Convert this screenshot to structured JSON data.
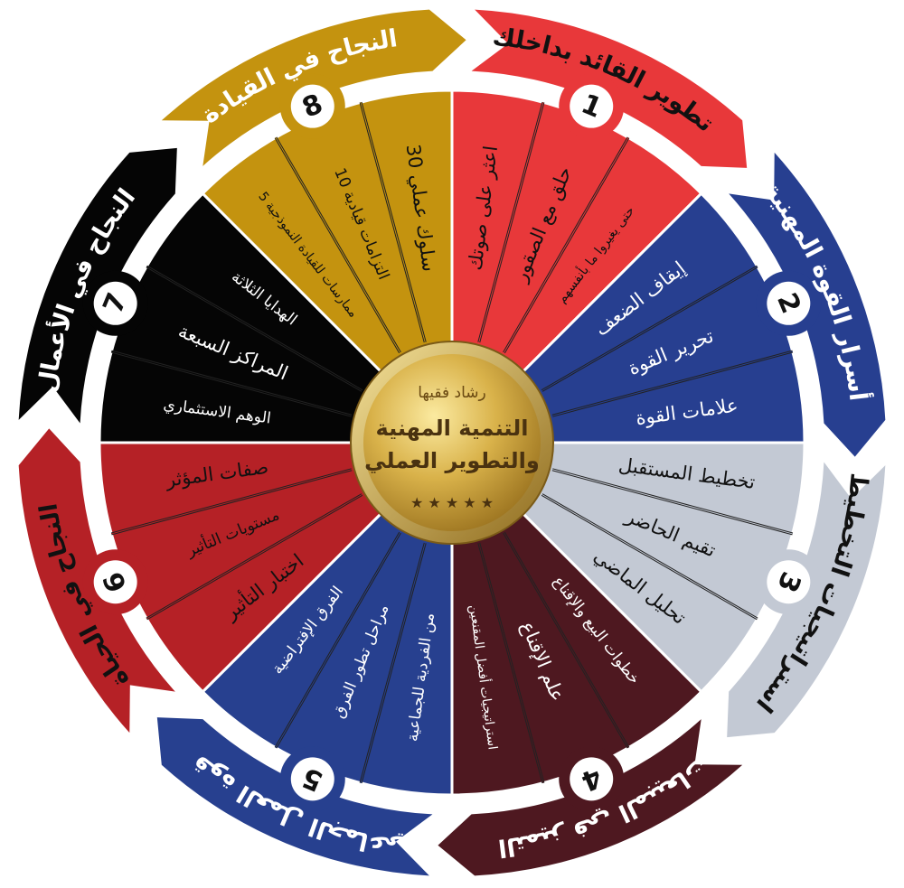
{
  "center": {
    "author": "رشاد فقيها",
    "title_line1": "التنمية المهنية",
    "title_line2": "والتطوير العملي",
    "stars": "★ ★ ★ ★ ★"
  },
  "sections": [
    {
      "number": "1",
      "title": "تطوير القائد بداخلك",
      "color": "#e8383a",
      "text_color": "#111111",
      "title_color": "#111111",
      "items": [
        "اعثر على صوتك",
        "حلق مع الصقور",
        "حتى يغيروا ما بأنفسهم"
      ]
    },
    {
      "number": "2",
      "title": "أسرار القوة المهنية",
      "color": "#273f90",
      "text_color": "#ffffff",
      "title_color": "#ffffff",
      "items": [
        "إيقاف الضعف",
        "تحرير القوة",
        "علامات القوة"
      ]
    },
    {
      "number": "3",
      "title": "استراتيجيات التخطيط",
      "color": "#c3c9d4",
      "text_color": "#111111",
      "title_color": "#111111",
      "items": [
        "تخطيط المستقبل",
        "تقيم الحاضر",
        "تحليل الماضي"
      ]
    },
    {
      "number": "4",
      "title": "التميز في المبيعات",
      "color": "#4e1820",
      "text_color": "#ffffff",
      "title_color": "#ffffff",
      "items": [
        "خطوات البيع والإقناع",
        "علم الإقناع",
        "استراتيجيات أفضل المقنعين"
      ]
    },
    {
      "number": "5",
      "title": "قوة العمل الجماعي",
      "color": "#27408f",
      "text_color": "#ffffff",
      "title_color": "#ffffff",
      "items": [
        "من الفردية للجماعية",
        "مراحل تطور الفرق",
        "الفرق الإفتراضية"
      ]
    },
    {
      "number": "6",
      "title": "النجاح في الحياة",
      "color": "#b52126",
      "text_color": "#111111",
      "title_color": "#111111",
      "items": [
        "اختبار التأثير",
        "مستويات التأثير",
        "صفات المؤثر"
      ]
    },
    {
      "number": "7",
      "title": "النجاح في الأعمال",
      "color": "#050505",
      "text_color": "#ffffff",
      "title_color": "#ffffff",
      "items": [
        "الوهم الاستثماري",
        "المراكز السبعة",
        "الهدايا الثلاثة"
      ]
    },
    {
      "number": "8",
      "title": "النجاح في القيادة",
      "color": "#c4930f",
      "text_color": "#111111",
      "title_color": "#ffffff",
      "items": [
        "5 ممارسات للقيادة النموذجية",
        "10 التزامات قيادية",
        "30 سلوك عملي"
      ]
    }
  ]
}
